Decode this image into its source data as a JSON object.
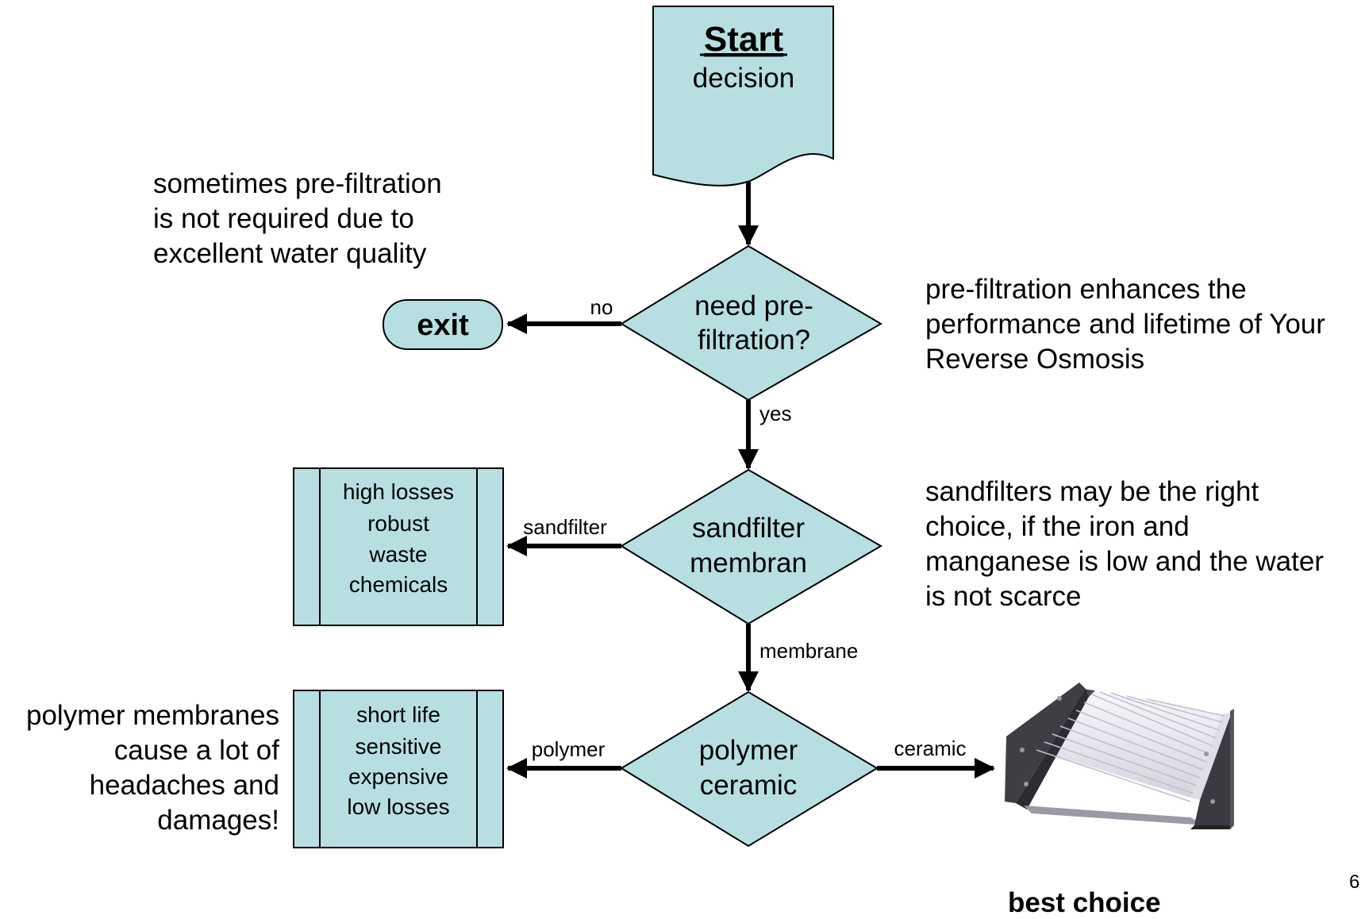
{
  "start": {
    "title": "Start",
    "subtitle": "decision"
  },
  "exit_label": "exit",
  "decisions": {
    "prefilter": {
      "line1": "need pre-",
      "line2": "filtration?",
      "no": "no",
      "yes": "yes"
    },
    "sandfilter": {
      "line1": "sandfilter",
      "line2": "membran",
      "left": "sandfilter",
      "down": "membrane"
    },
    "material": {
      "line1": "polymer",
      "line2": "ceramic",
      "left": "polymer",
      "right": "ceramic"
    }
  },
  "boxes": {
    "sandfilter": [
      "high losses",
      "robust",
      "waste",
      "chemicals"
    ],
    "polymer": [
      "short life",
      "sensitive",
      "expensive",
      "low losses"
    ]
  },
  "notes": {
    "prefilter_left": "sometimes pre-filtration\nis not required due to\nexcellent water quality",
    "prefilter_right": "pre-filtration enhances the\nperformance and lifetime of Your\nReverse Osmosis",
    "sandfilter_right": "sandfilters may be the right\nchoice, if the iron and\nmanganese is low and the water\nis not scarce",
    "polymer_left": "polymer membranes\ncause a lot of\nheadaches and\ndamages!"
  },
  "best_choice": "best choice",
  "page_number": "6",
  "colors": {
    "fill": "#b7dfe2",
    "stroke": "#000000"
  }
}
